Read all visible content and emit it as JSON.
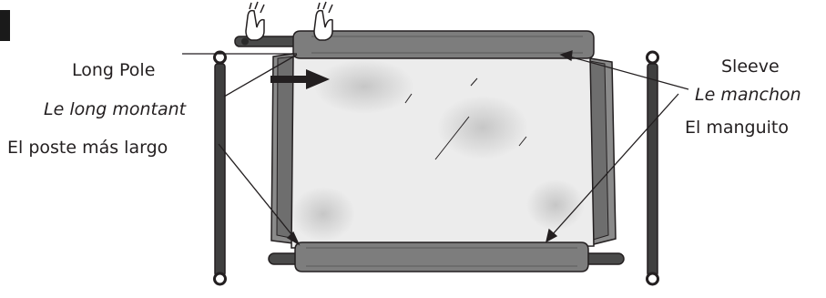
{
  "labels": {
    "long_pole": {
      "english": "Long Pole",
      "french": "Le long montant",
      "spanish": "El poste más largo"
    },
    "sleeve": {
      "english": "Sleeve",
      "french": "Le manchon",
      "spanish": "El manguito"
    }
  },
  "colors": {
    "ink": "#231f20",
    "pole": "#3f3f3f",
    "sleeve_fabric": "#7d7d7d",
    "quilt_fabric": "#ececec",
    "page_tab": "#1a1a1a"
  },
  "icons": [
    "hand-icon",
    "direction-arrow-icon"
  ]
}
